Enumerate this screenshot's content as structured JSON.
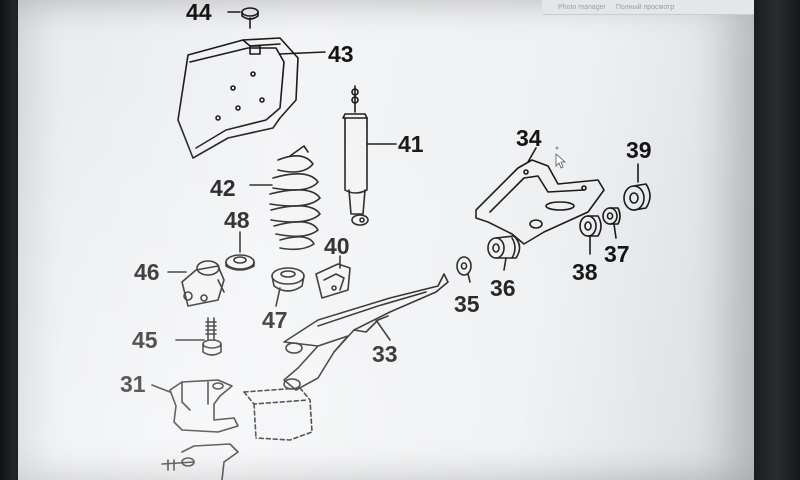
{
  "browser": {
    "bookmarks": [
      "Photo manager",
      "Полный просмотр"
    ]
  },
  "callouts": {
    "c31": "31",
    "c33": "33",
    "c34": "34",
    "c35": "35",
    "c36": "36",
    "c37": "37",
    "c38": "38",
    "c39": "39",
    "c40": "40",
    "c41": "41",
    "c42": "42",
    "c43": "43",
    "c44": "44",
    "c45": "45",
    "c46": "46",
    "c47": "47",
    "c48": "48"
  },
  "icons": {
    "cursor": "mouse-pointer-icon"
  }
}
